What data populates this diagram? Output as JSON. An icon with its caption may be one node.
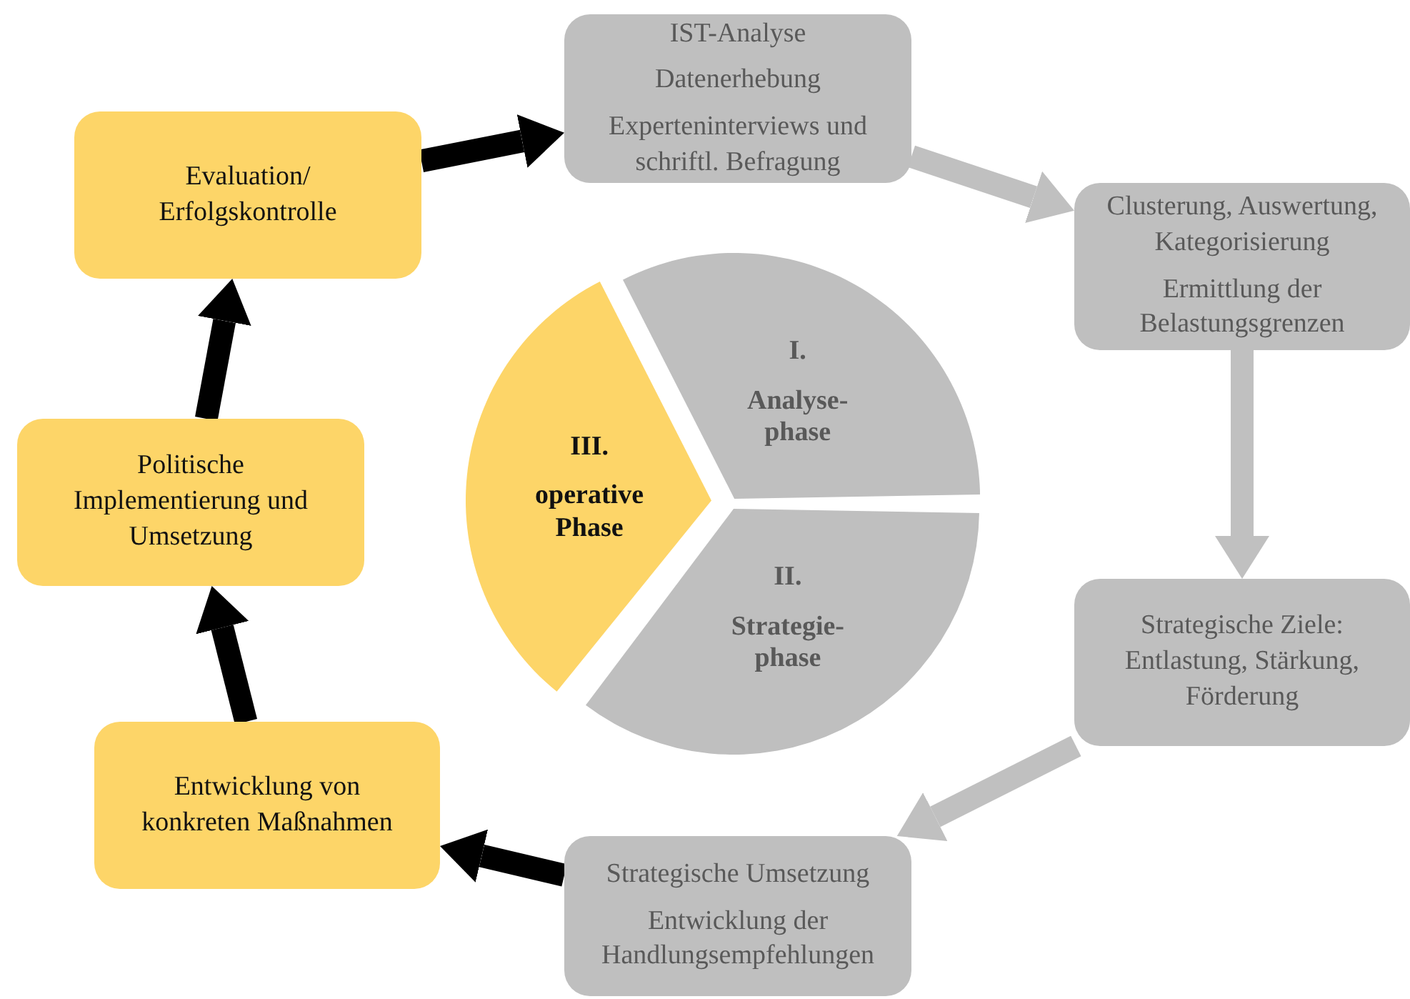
{
  "diagram": {
    "nodes": [
      {
        "text": [
          "IST-Analyse",
          "Datenerhebung",
          "Experteninterviews und schriftl. Befragung"
        ]
      },
      {
        "text": [
          "Clusterung, Auswertung, Kategorisierung",
          "Ermittlung der Belastungsgrenzen"
        ]
      },
      {
        "text": [
          "Strategische Ziele: Entlastung, Stärkung, Förderung"
        ]
      },
      {
        "text": [
          "Strategische Umsetzung",
          "Entwicklung der Handlungsempfehlungen"
        ]
      },
      {
        "text": [
          "Entwicklung von konkreten Maßnahmen"
        ]
      },
      {
        "text": [
          "Politische Implementierung und Umsetzung"
        ]
      },
      {
        "text": [
          "Evaluation/ Erfolgskontrolle"
        ]
      },
      {
        "text": [
          "I.",
          "Analyse- phase"
        ]
      },
      {
        "text": [
          "II.",
          "Strategie- phase"
        ]
      },
      {
        "text": [
          "III.",
          "operative Phase"
        ]
      }
    ],
    "edges": [
      {
        "from": 0,
        "to": 1,
        "arrow": "to",
        "color": "#c0c0c0"
      },
      {
        "from": 1,
        "to": 2,
        "arrow": "to",
        "color": "#c0c0c0"
      },
      {
        "from": 2,
        "to": 3,
        "arrow": "to",
        "color": "#c0c0c0"
      },
      {
        "from": 3,
        "to": 4,
        "arrow": "to"
      },
      {
        "from": 4,
        "to": 5,
        "arrow": "to"
      },
      {
        "from": 5,
        "to": 6,
        "arrow": "to"
      },
      {
        "from": 6,
        "to": 0,
        "arrow": "to"
      }
    ]
  }
}
